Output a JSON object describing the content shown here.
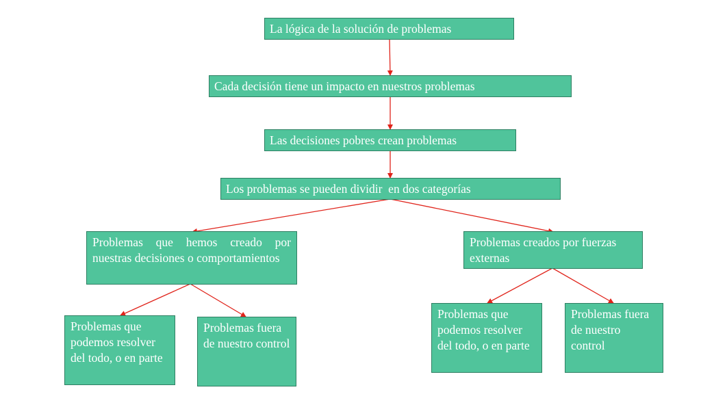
{
  "colors": {
    "box_fill": "#50c49b",
    "box_border": "#2e7f62",
    "text": "#ffffff",
    "arrow": "#e0241b"
  },
  "nodes": {
    "root": "La lógica de la solución de problemas",
    "impact": "Cada decisión tiene un impacto en nuestros problemas",
    "poor_decisions": "Las decisiones pobres crean problemas",
    "categories": "Los problemas se pueden dividir  en dos categorías",
    "self_created": "Problemas que hemos creado por nuestras decisiones o comportamientos",
    "external": "Problemas creados por fuerzas externas",
    "self_solvable": "Problemas que podemos resolver del todo, o en parte",
    "self_outside": "Problemas fuera de nuestro control",
    "ext_solvable": "Problemas que podemos resolver del todo, o en parte",
    "ext_outside": "Problemas fuera de nuestro control"
  }
}
